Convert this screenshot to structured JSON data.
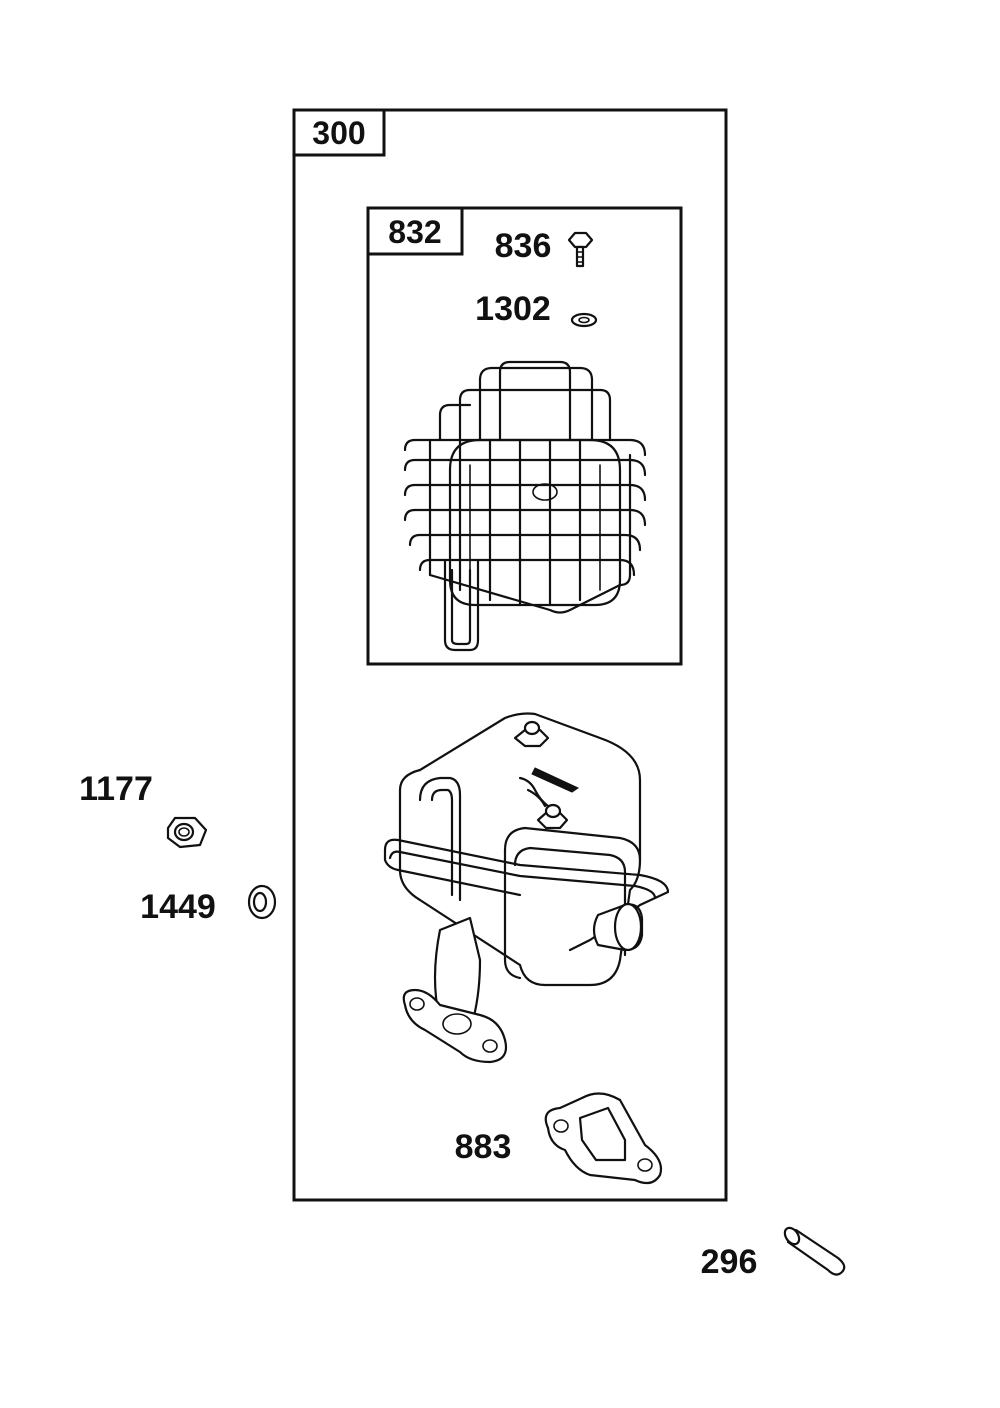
{
  "assembly_label": "300",
  "subassembly_label": "832",
  "callouts": {
    "bolt": "836",
    "washer_small": "1302",
    "nut": "1177",
    "lock_washer": "1449",
    "gasket": "883",
    "pin": "296"
  },
  "colors": {
    "ink": "#111111",
    "background": "#ffffff"
  }
}
